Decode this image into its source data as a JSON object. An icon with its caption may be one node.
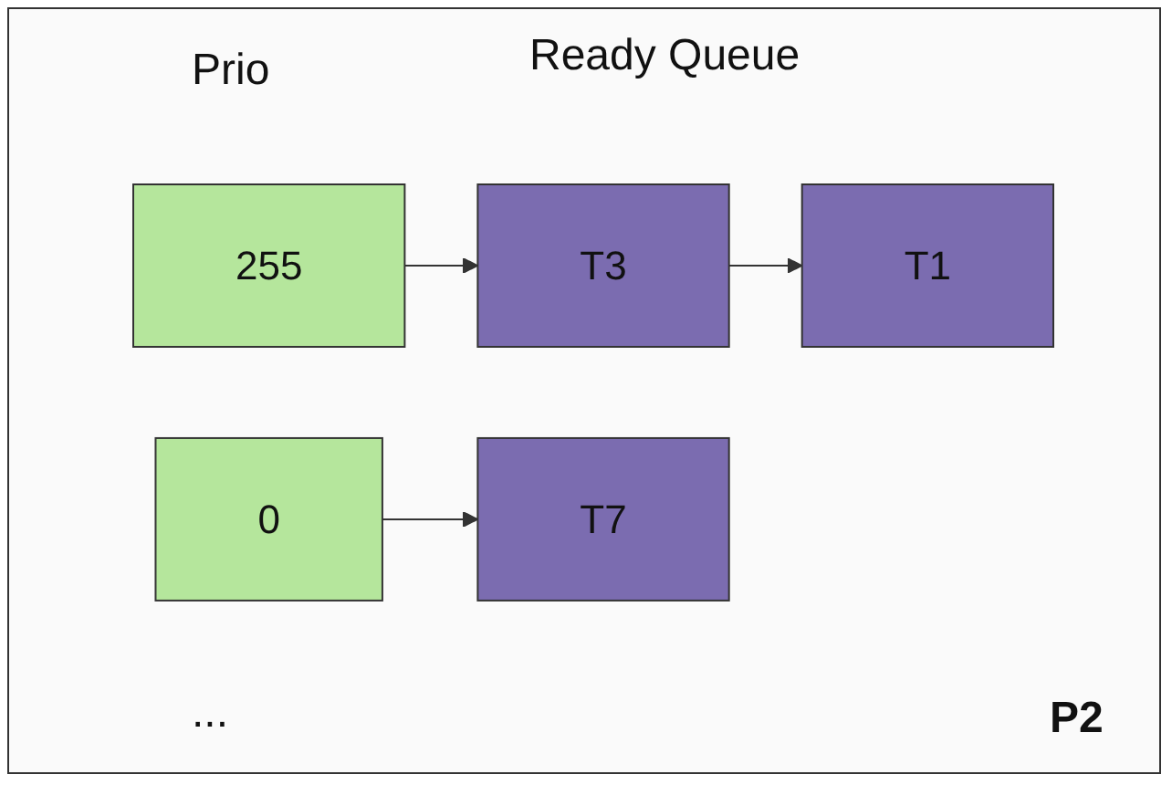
{
  "diagram": {
    "nodes": [
      {
        "text": [
          "255"
        ]
      },
      {
        "text": [
          "T3"
        ]
      },
      {
        "text": [
          "T1"
        ]
      },
      {
        "text": [
          "0"
        ]
      },
      {
        "text": [
          "T7"
        ]
      }
    ],
    "edges": [
      {
        "from": 0,
        "to": 1,
        "arrow": "to"
      },
      {
        "from": 1,
        "to": 2,
        "arrow": "to"
      },
      {
        "from": 3,
        "to": 4,
        "arrow": "to"
      }
    ],
    "labels": [
      "Prio",
      "Ready Queue",
      "...",
      "P2"
    ]
  }
}
